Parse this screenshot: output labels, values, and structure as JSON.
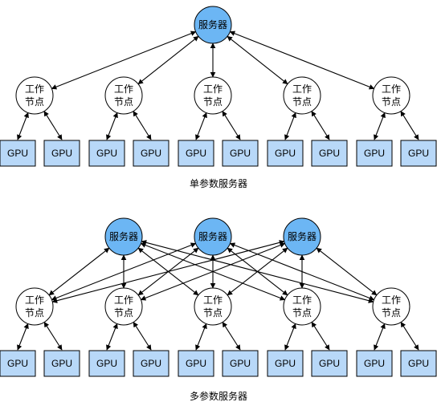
{
  "colors": {
    "server_fill": "#6cb6f4",
    "worker_fill": "#ffffff",
    "gpu_fill": "#b8d8f8",
    "stroke": "#000000"
  },
  "labels": {
    "server": "服务器",
    "worker_line1": "工作",
    "worker_line2": "节点",
    "gpu": "GPU"
  },
  "diagrams": [
    {
      "caption": "单参数服务器",
      "servers": 1,
      "workers": 5,
      "gpus_per_worker": 2
    },
    {
      "caption": "多参数服务器",
      "servers": 3,
      "workers": 5,
      "gpus_per_worker": 2
    }
  ]
}
